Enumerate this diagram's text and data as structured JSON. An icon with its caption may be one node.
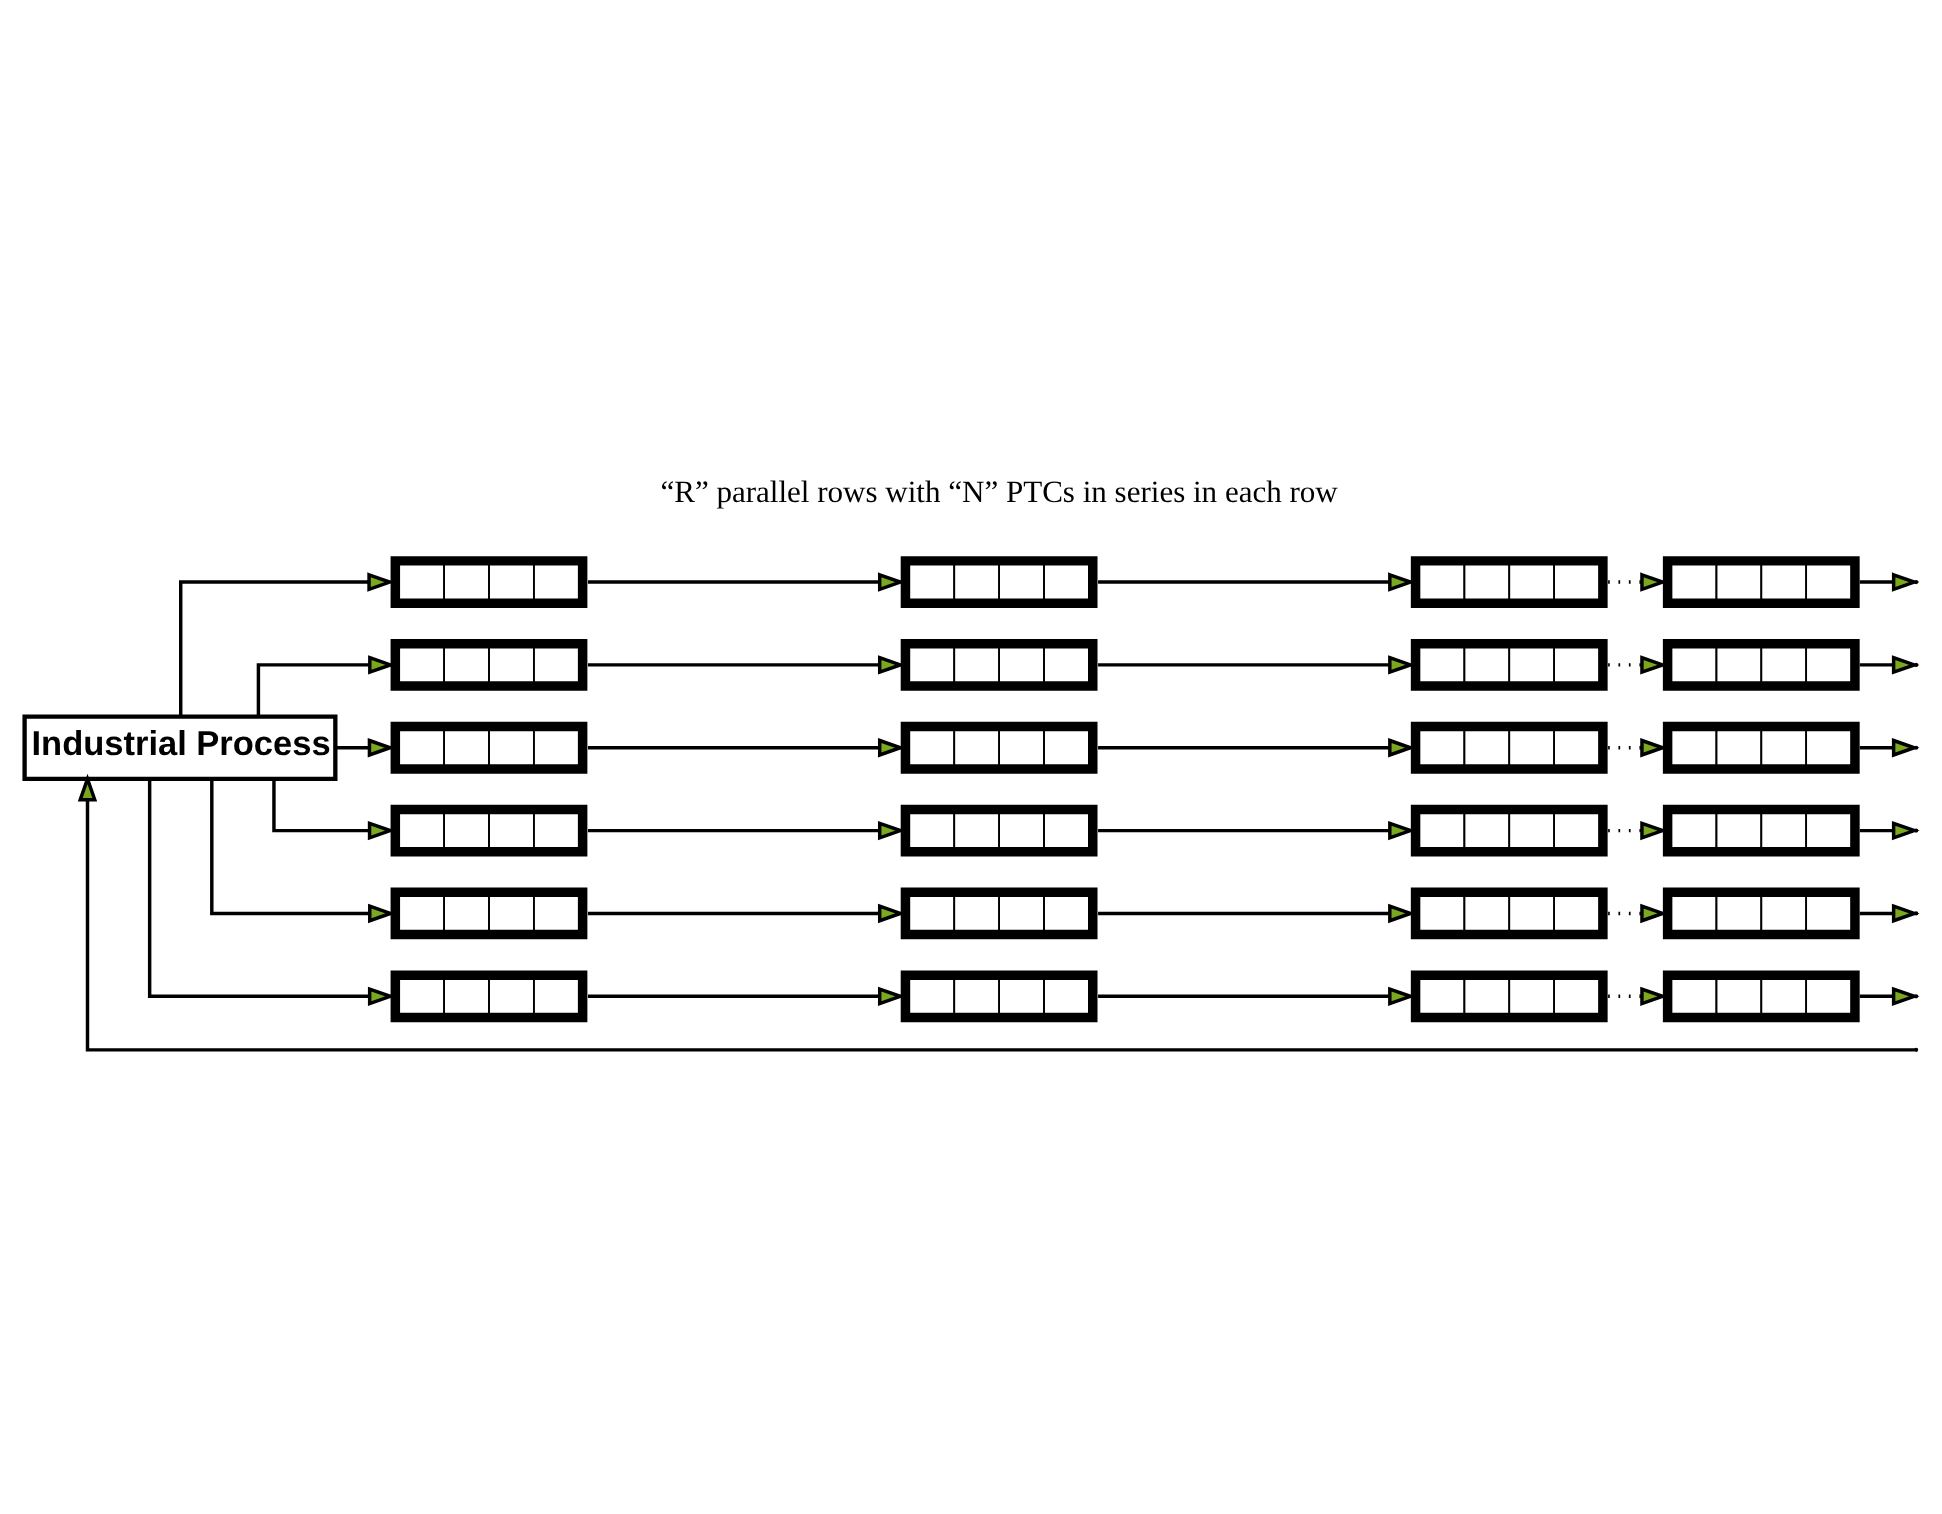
{
  "diagram": {
    "nodes": [
      {
        "text": [
          "Industrial Process"
        ]
      },
      {
        "text": [],
        "shape": "box"
      },
      {
        "text": [],
        "shape": "box"
      },
      {
        "text": [],
        "shape": "box"
      },
      {
        "text": [],
        "shape": "box"
      },
      {
        "text": [],
        "shape": "box"
      },
      {
        "text": [],
        "shape": "box"
      },
      {
        "text": [],
        "shape": "box"
      },
      {
        "text": [],
        "shape": "box"
      },
      {
        "text": [],
        "shape": "box"
      },
      {
        "text": [],
        "shape": "box"
      },
      {
        "text": [],
        "shape": "box"
      },
      {
        "text": [],
        "shape": "box"
      },
      {
        "text": [],
        "shape": "box"
      },
      {
        "text": [],
        "shape": "box"
      },
      {
        "text": [],
        "shape": "box"
      },
      {
        "text": [],
        "shape": "box"
      },
      {
        "text": [],
        "shape": "box"
      },
      {
        "text": [],
        "shape": "box"
      },
      {
        "text": [],
        "shape": "box"
      },
      {
        "text": [],
        "shape": "box"
      },
      {
        "text": [],
        "shape": "box"
      },
      {
        "text": [],
        "shape": "box"
      },
      {
        "text": [],
        "shape": "box"
      },
      {
        "text": [],
        "shape": "box"
      }
    ],
    "edges": [
      {
        "from": null,
        "to": 0,
        "arrow": "to"
      },
      {
        "from": 0,
        "to": 1,
        "arrow": "to"
      },
      {
        "from": 1,
        "to": 2,
        "arrow": "to"
      },
      {
        "from": 2,
        "to": 3,
        "arrow": "to"
      },
      {
        "from": 3,
        "to": 4,
        "arrow": "to",
        "style": "dashed"
      },
      {
        "from": 4,
        "to": null,
        "arrow": "to"
      },
      {
        "from": 0,
        "to": 5,
        "arrow": "to"
      },
      {
        "from": 5,
        "to": 6,
        "arrow": "to"
      },
      {
        "from": 6,
        "to": 7,
        "arrow": "to"
      },
      {
        "from": 7,
        "to": 8,
        "arrow": "to",
        "style": "dashed"
      },
      {
        "from": 8,
        "to": null,
        "arrow": "to"
      },
      {
        "from": 0,
        "to": 9,
        "arrow": "to"
      },
      {
        "from": 9,
        "to": 10,
        "arrow": "to"
      },
      {
        "from": 10,
        "to": 11,
        "arrow": "to"
      },
      {
        "from": 11,
        "to": 12,
        "arrow": "to",
        "style": "dashed"
      },
      {
        "from": 12,
        "to": null,
        "arrow": "to"
      },
      {
        "from": 0,
        "to": 13,
        "arrow": "to"
      },
      {
        "from": 13,
        "to": 14,
        "arrow": "to"
      },
      {
        "from": 14,
        "to": 15,
        "arrow": "to"
      },
      {
        "from": 15,
        "to": 16,
        "arrow": "to",
        "style": "dashed"
      },
      {
        "from": 16,
        "to": null,
        "arrow": "to"
      },
      {
        "from": 0,
        "to": 17,
        "arrow": "to"
      },
      {
        "from": 17,
        "to": 18,
        "arrow": "to"
      },
      {
        "from": 18,
        "to": 19,
        "arrow": "to"
      },
      {
        "from": 19,
        "to": 20,
        "arrow": "to",
        "style": "dashed"
      },
      {
        "from": 20,
        "to": null,
        "arrow": "to"
      },
      {
        "from": 0,
        "to": 21,
        "arrow": "to"
      },
      {
        "from": 21,
        "to": 22,
        "arrow": "to"
      },
      {
        "from": 22,
        "to": 23,
        "arrow": "to"
      },
      {
        "from": 23,
        "to": 24,
        "arrow": "to",
        "style": "dashed"
      },
      {
        "from": 24,
        "to": null,
        "arrow": "to"
      }
    ],
    "labels": [
      "“R” parallel rows with “N” PTCs in series in each row"
    ]
  }
}
